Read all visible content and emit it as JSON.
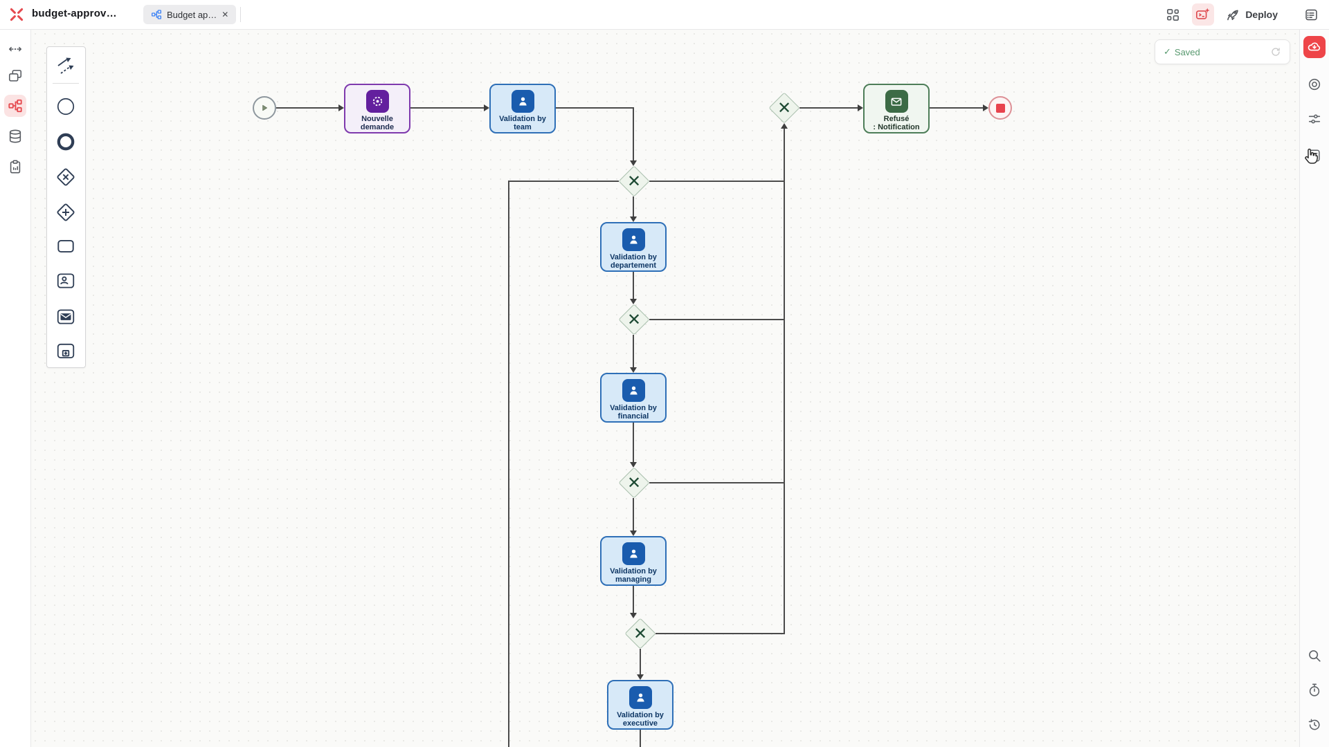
{
  "header": {
    "app_title": "budget-approv…",
    "tab_label": "Budget ap…",
    "deploy_label": "Deploy"
  },
  "glyphs": {
    "close": "✕",
    "check": "✓",
    "gateway_x": "✕"
  },
  "toast": {
    "status": "Saved"
  },
  "left_sidebar": {
    "icons": [
      "resize-horizontal-icon",
      "layers-icon",
      "workflow-icon",
      "database-icon",
      "clipboard-icon"
    ],
    "active": "workflow-icon"
  },
  "right_sidebar": {
    "top_icons": [
      "import-deploy-icon",
      "focus-rings-icon",
      "sliders-icon",
      "form-icon"
    ],
    "bottom_icons": [
      "search-icon",
      "stopwatch-icon",
      "history-icon"
    ]
  },
  "palette": {
    "tools": [
      "connector-tool",
      "start-event",
      "end-event",
      "exclusive-gateway",
      "parallel-gateway",
      "task",
      "user-task",
      "message-task",
      "subprocess"
    ]
  },
  "diagram": {
    "nodes": {
      "start_event": {
        "type": "start"
      },
      "nouvelle_demande": {
        "line1": "Nouvelle",
        "line2": "demande"
      },
      "validation_team": {
        "line1": "Validation by",
        "line2": "team"
      },
      "validation_departement": {
        "line1": "Validation by",
        "line2": "departement"
      },
      "validation_financial": {
        "line1": "Validation by",
        "line2": "financial"
      },
      "validation_managing": {
        "line1": "Validation by",
        "line2": "managing"
      },
      "validation_executive": {
        "line1": "Validation by",
        "line2": "executive"
      },
      "refuse_notification": {
        "line1": "Refusé",
        "line2": ": Notification"
      },
      "end_event": {
        "type": "end"
      }
    }
  },
  "colors": {
    "accent_red": "#e5484d",
    "task_blue_bg": "#d7e9f8",
    "task_blue_border": "#2e6fb7",
    "task_blue_icon": "#1a5cae",
    "task_purple_bg": "#f4eff9",
    "task_purple_border": "#7e39ad",
    "task_purple_icon": "#631f9e",
    "task_green_bg": "#f0f6f0",
    "task_green_border": "#4d7d58",
    "task_green_icon": "#3c6b46",
    "gateway_bg": "#eef4ec",
    "gateway_x_color": "#1d4a33",
    "connector": "#4a4a4a",
    "saved_green": "#58996f",
    "end_event_red": "#e8434e"
  }
}
